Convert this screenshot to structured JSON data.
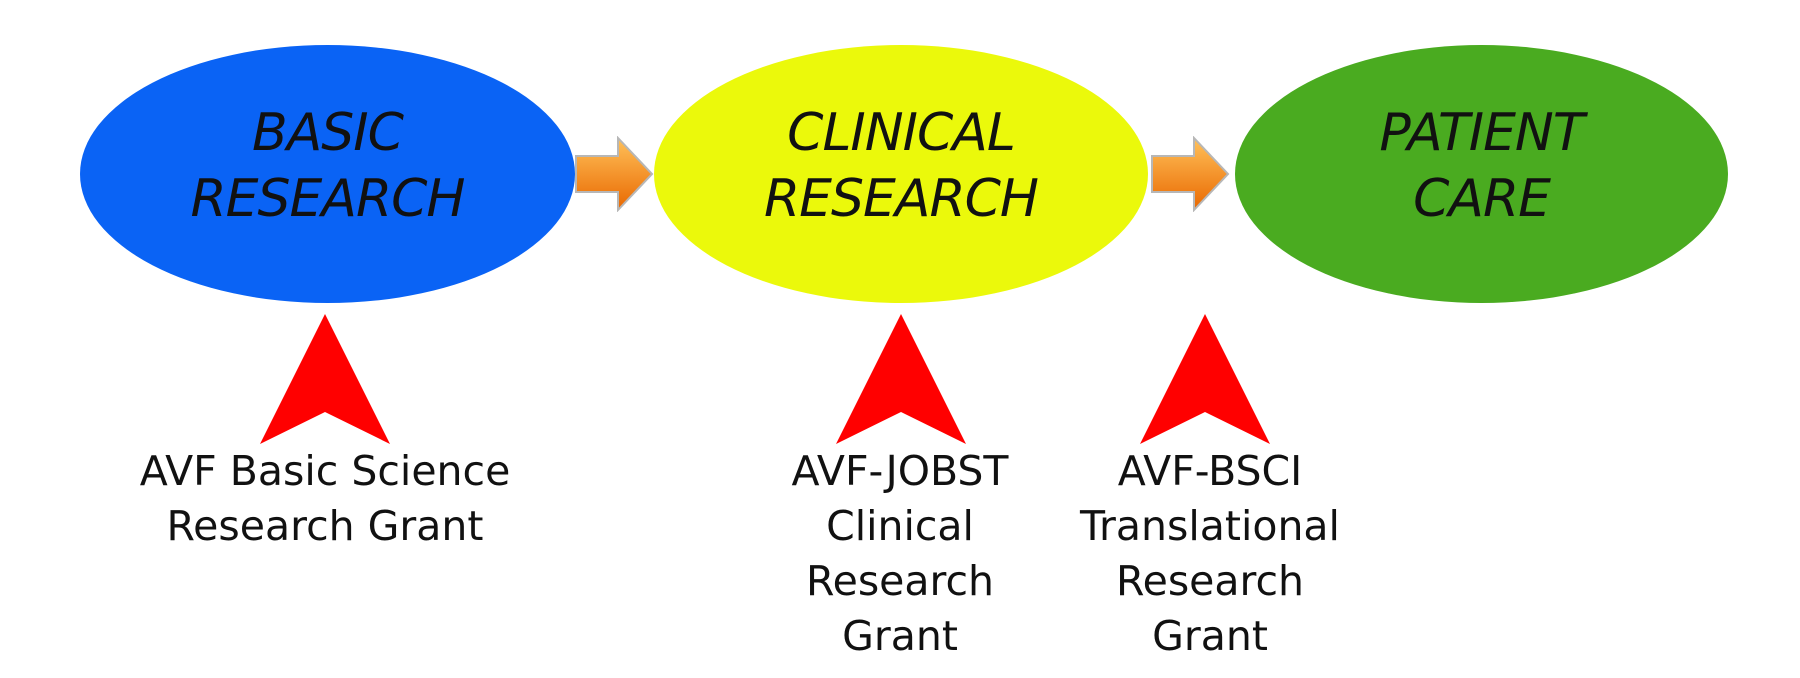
{
  "stages": [
    {
      "label": "BASIC\nRESEARCH",
      "color": "#0a63f5"
    },
    {
      "label": "CLINICAL\nRESEARCH",
      "color": "#ebf90b"
    },
    {
      "label": "PATIENT\nCARE",
      "color": "#4aab20"
    }
  ],
  "arrow_colors": {
    "light": "#ffc15a",
    "dark": "#e96800"
  },
  "marker_color": "#ff0000",
  "grants": [
    {
      "label": "AVF Basic Science\nResearch Grant"
    },
    {
      "label": "AVF-JOBST\nClinical\nResearch\nGrant"
    },
    {
      "label": "AVF-BSCI\nTranslational\nResearch\nGrant"
    }
  ]
}
